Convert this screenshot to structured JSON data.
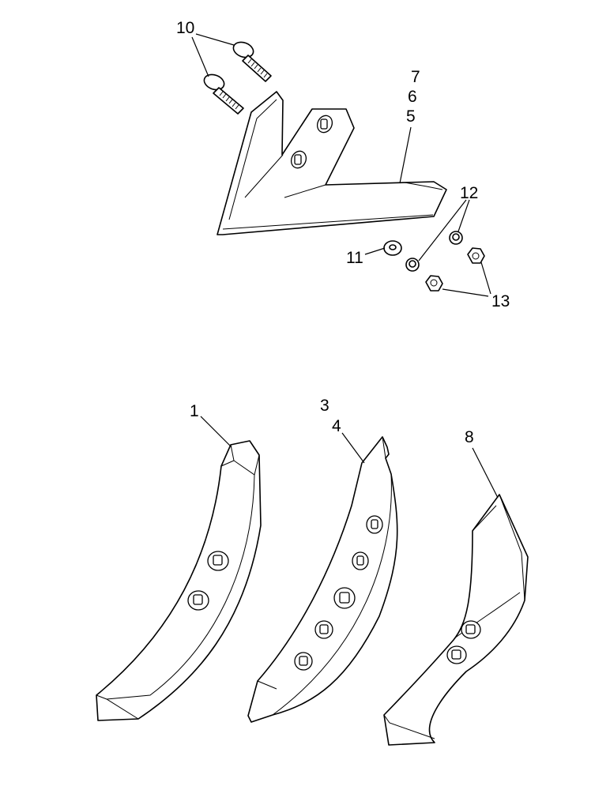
{
  "callouts": {
    "c1": "1",
    "c3": "3",
    "c4": "4",
    "c5": "5",
    "c6": "6",
    "c7": "7",
    "c8": "8",
    "c10": "10",
    "c11": "11",
    "c12": "12",
    "c13": "13"
  }
}
